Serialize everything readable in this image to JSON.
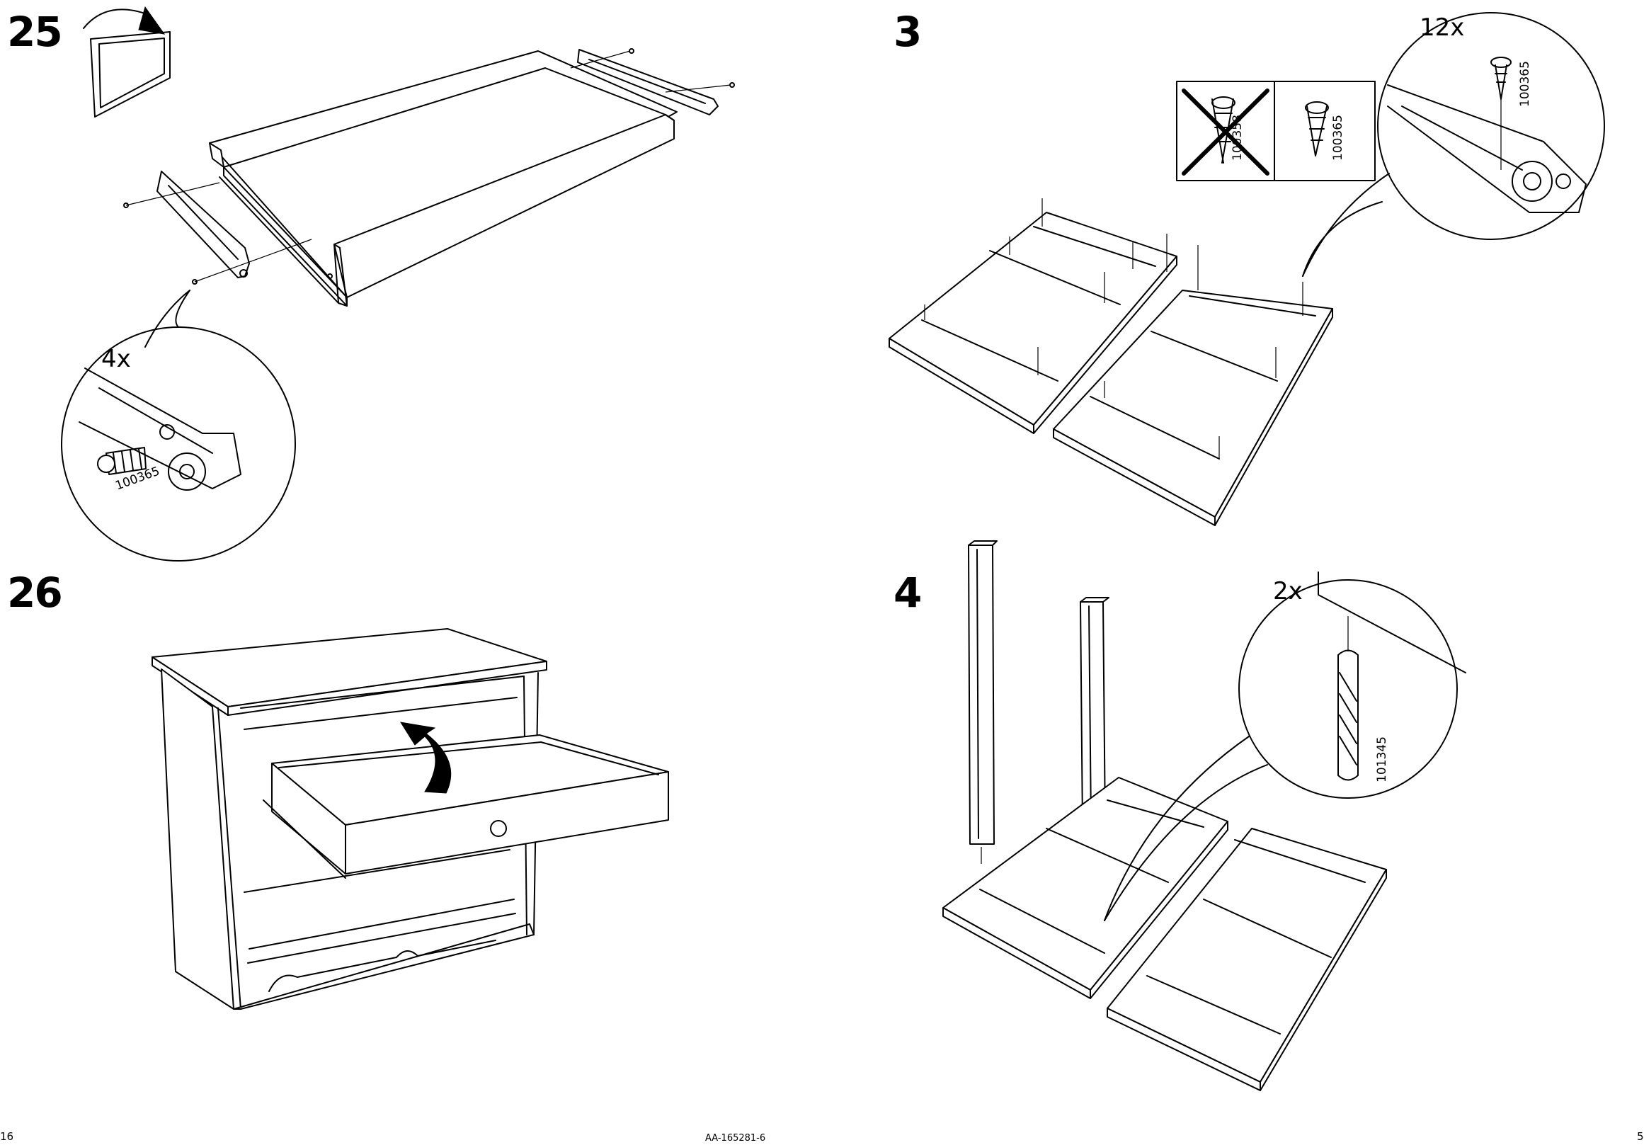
{
  "steps": {
    "s25": {
      "number": "25",
      "qty": "4x",
      "part": "100365"
    },
    "s26": {
      "number": "26"
    },
    "s3": {
      "number": "3",
      "qty": "12x",
      "wrong_part": "100358",
      "right_part": "100365",
      "detail_part": "100365"
    },
    "s4": {
      "number": "4",
      "qty": "2x",
      "part": "101345"
    }
  },
  "footer": {
    "left_page": "16",
    "doc_id": "AA-165281-6",
    "right_page": "5"
  },
  "colors": {
    "ink": "#000000",
    "paper": "#ffffff"
  }
}
